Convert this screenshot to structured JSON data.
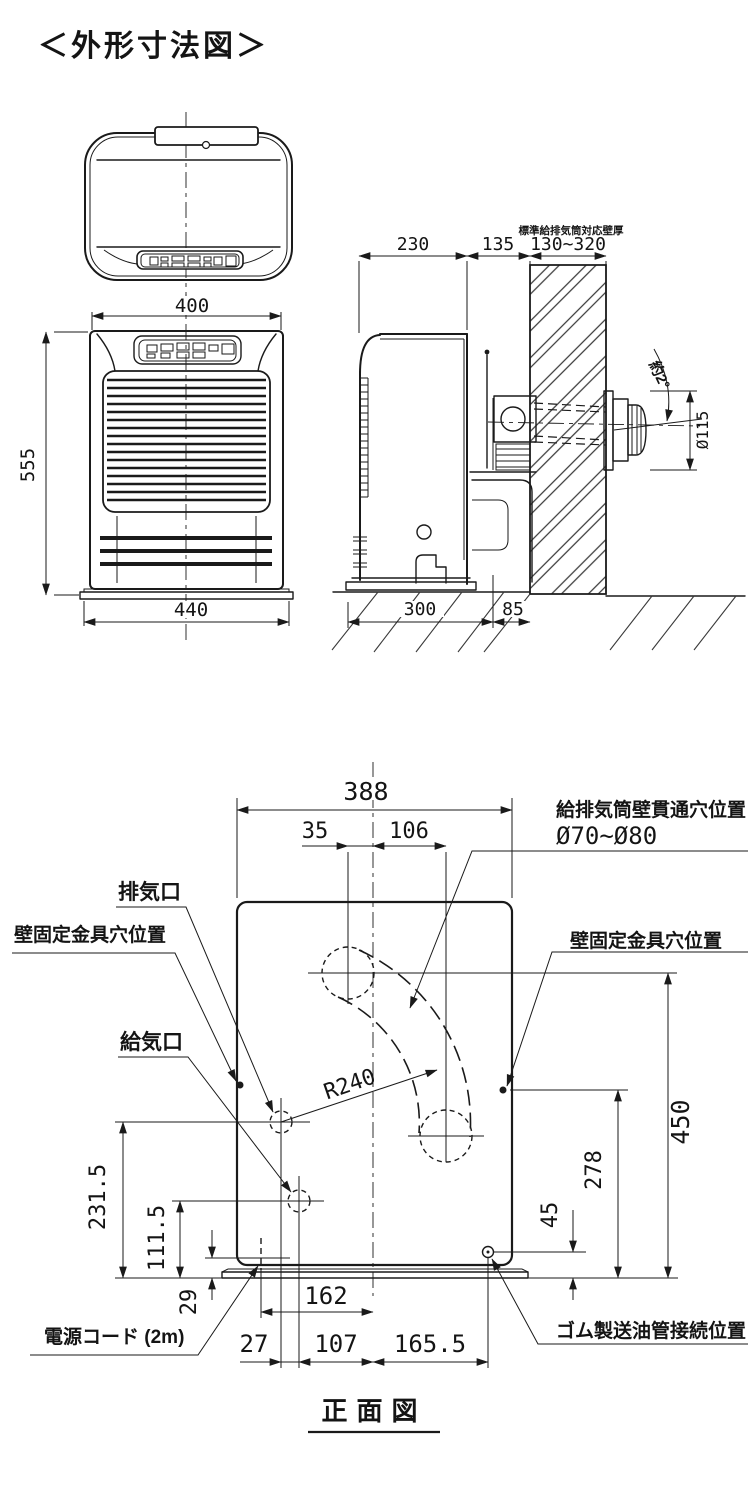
{
  "title": "＜外形寸法図＞",
  "front_view": {
    "width_top": "400",
    "height": "555",
    "base_width": "440"
  },
  "side_view": {
    "body_depth": "230",
    "rear_clearance": "135",
    "wall_range": "130~320",
    "wall_note": "標準給排気筒対応壁厚",
    "tilt": "約2°",
    "pipe_dia": "Ø115",
    "base_depth": "300",
    "base_wall_gap": "85"
  },
  "rear_view": {
    "caption": "正面図",
    "dims": {
      "width": "388",
      "upper_hole_offset": "35",
      "lower_hole_offset": "106",
      "arc_radius": "R240",
      "exhaust_height": "231.5",
      "intake_height": "111.5",
      "cord_height": "29",
      "cord_offset": "162",
      "hole_spacing": "27",
      "intake_offset": "107",
      "oil_offset": "165.5",
      "oil_height": "45",
      "bracket_height": "278",
      "wall_hole_height": "450"
    },
    "labels": {
      "exhaust": "排気口",
      "wall_bracket_left": "壁固定金具穴位置",
      "intake": "給気口",
      "power_cord": "電源コード (2m)",
      "wall_hole_1": "給排気筒壁貫通穴位置",
      "wall_hole_2": "Ø70~Ø80",
      "wall_bracket_right": "壁固定金具穴位置",
      "oil_pipe": "ゴム製送油管接続位置"
    }
  }
}
